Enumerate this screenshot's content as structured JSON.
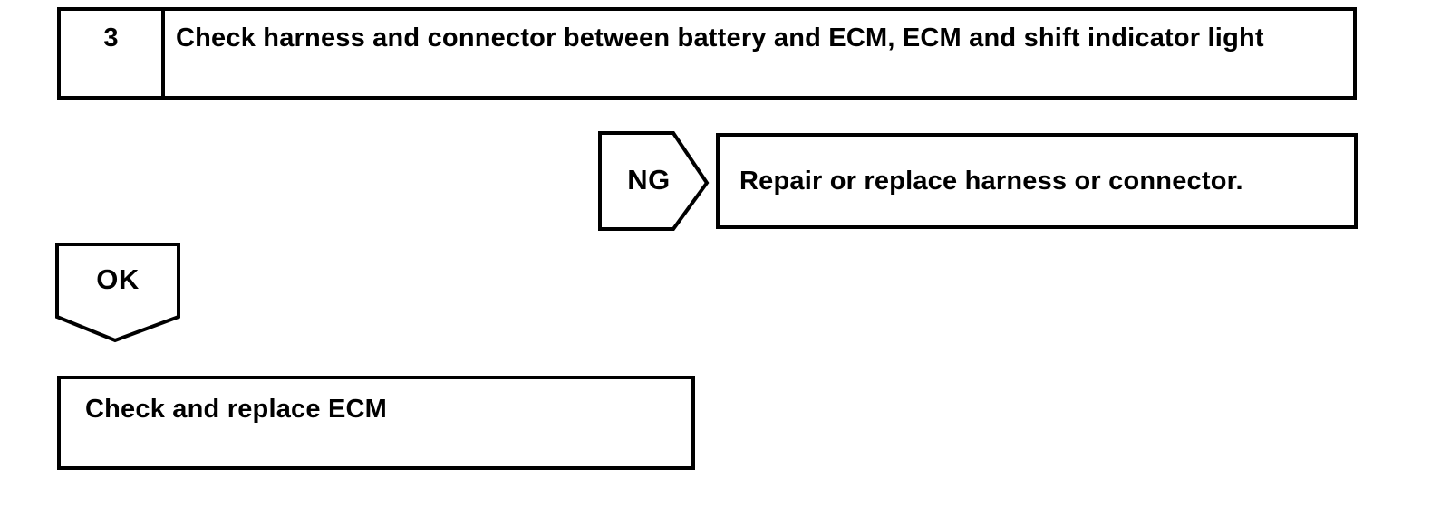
{
  "step": {
    "number": "3",
    "instruction": "Check harness and connector between battery and ECM, ECM and shift indicator light"
  },
  "ng_branch": {
    "label": "NG",
    "action": "Repair or replace harness or connector."
  },
  "ok_branch": {
    "label": "OK",
    "action": "Check and replace ECM"
  },
  "colors": {
    "ink": "#000000",
    "paper": "#ffffff"
  }
}
